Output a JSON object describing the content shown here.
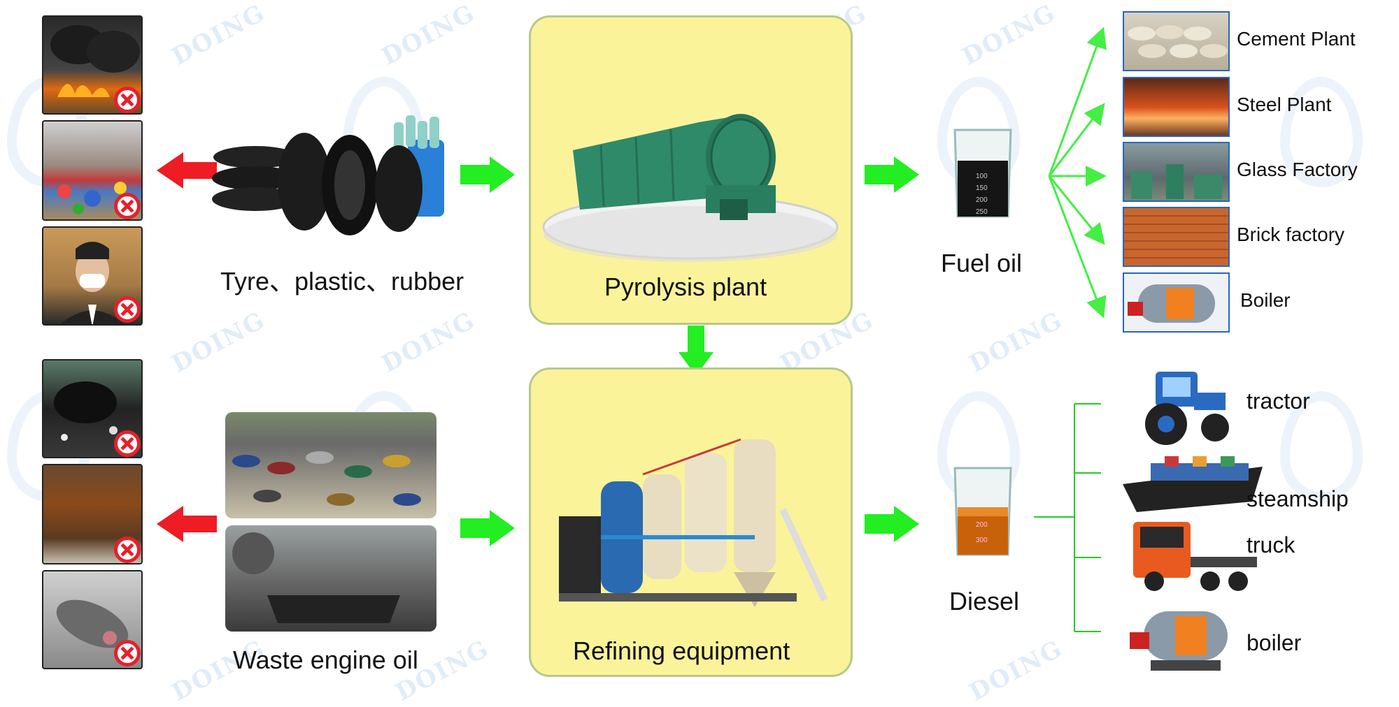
{
  "watermark": "DOING",
  "sources": {
    "top_label": "Tyre、plastic、rubber",
    "bottom_label": "Waste engine oil"
  },
  "processes": {
    "pyrolysis_label": "Pyrolysis plant",
    "refining_label": "Refining equipment"
  },
  "products": {
    "fuel_oil_label": "Fuel oil",
    "diesel_label": "Diesel",
    "beaker_ticks_top": [
      "100",
      "150",
      "200",
      "250"
    ],
    "beaker_ticks_bottom": [
      "200",
      "300"
    ]
  },
  "fuel_oil_uses": [
    "Cement Plant",
    "Steel Plant",
    "Glass Factory",
    "Brick factory",
    "Boiler"
  ],
  "diesel_uses": [
    "tractor",
    "steamship",
    "truck",
    "boiler"
  ],
  "colors": {
    "panel_fill": "#fbf39a",
    "flow_arrow": "#22ee22",
    "pollution_arrow": "#ee1c24",
    "forbid": "#e6202a",
    "branch_line": "#22cc22",
    "fan_line": "#44ee44",
    "machine_green": "#2f8a6a"
  }
}
